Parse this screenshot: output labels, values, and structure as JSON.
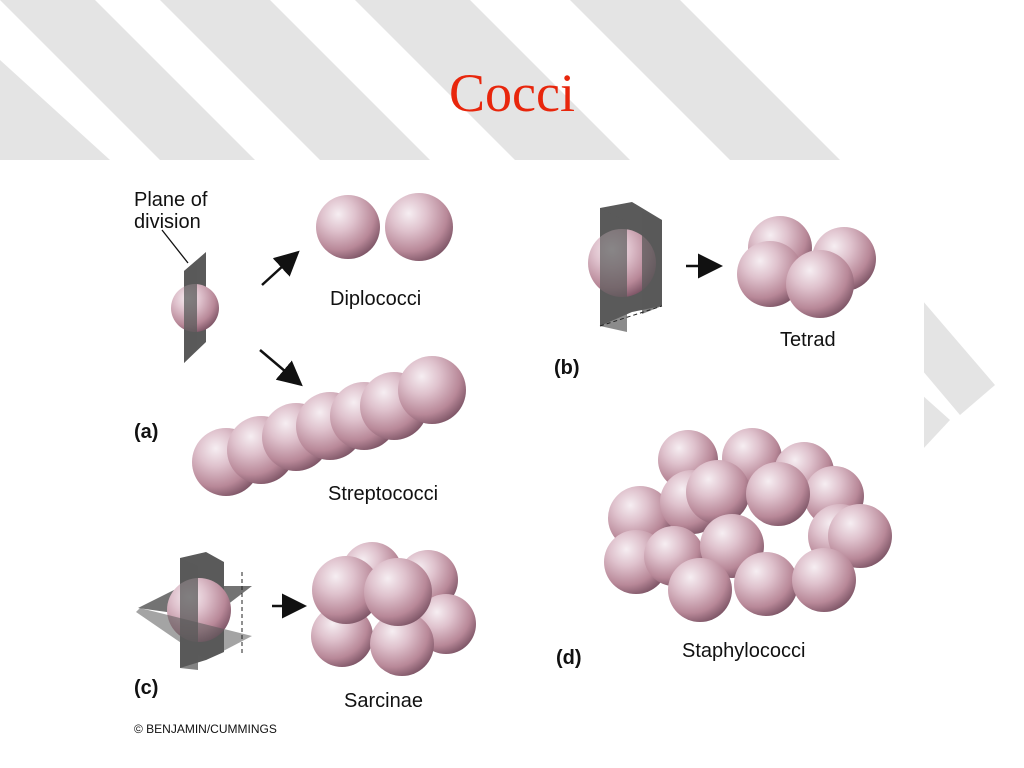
{
  "slide": {
    "title": "Cocci"
  },
  "colors": {
    "title": "#e8260c",
    "background_stripes": "#e4e4e4",
    "sphere_light": "#f6eef2",
    "sphere_mid": "#c99cad",
    "sphere_dark": "#7d5566",
    "plane": "#5a5a5a"
  },
  "figure": {
    "plane_label_line1": "Plane of",
    "plane_label_line2": "division",
    "parts": {
      "a": {
        "label": "(a)",
        "products": [
          "Diplococci",
          "Streptococci"
        ]
      },
      "b": {
        "label": "(b)",
        "product": "Tetrad"
      },
      "c": {
        "label": "(c)",
        "product": "Sarcinae"
      },
      "d": {
        "label": "(d)",
        "product": "Staphylococci"
      }
    },
    "credit": "© BENJAMIN/CUMMINGS"
  }
}
